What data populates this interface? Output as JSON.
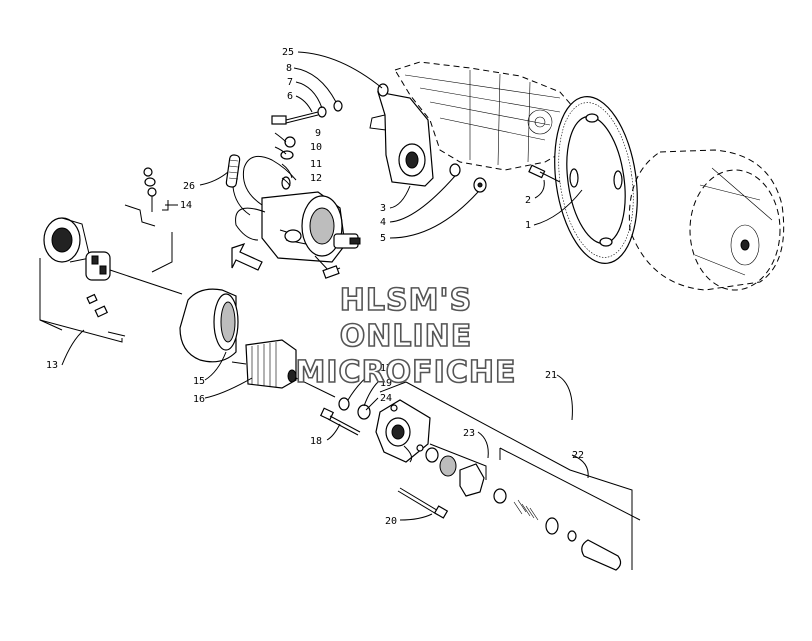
{
  "watermark": {
    "line1": "HLSM'S",
    "line2": "ONLINE",
    "line3": "MICROFICHE"
  },
  "callouts": [
    "1",
    "2",
    "3",
    "4",
    "5",
    "6",
    "7",
    "8",
    "9",
    "10",
    "11",
    "12",
    "13",
    "14",
    "15",
    "16",
    "17",
    "18",
    "19",
    "20",
    "21",
    "22",
    "23",
    "24",
    "25",
    "26"
  ]
}
